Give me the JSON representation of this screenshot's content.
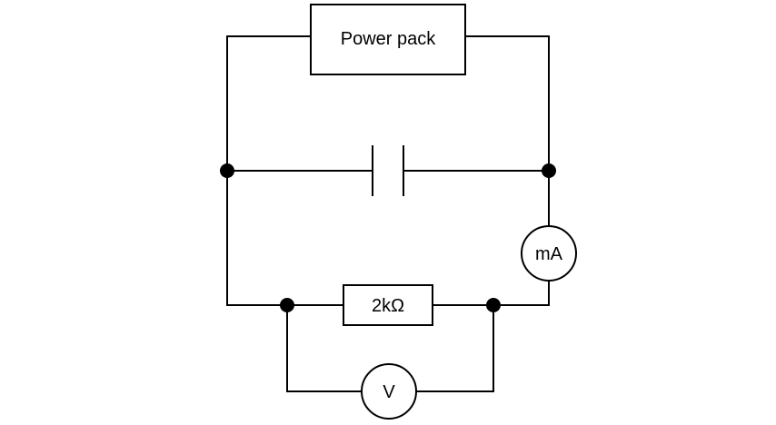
{
  "diagram": {
    "type": "circuit",
    "components": {
      "power_pack": {
        "label": "Power pack"
      },
      "capacitor": {
        "label": ""
      },
      "ammeter": {
        "label": "mA"
      },
      "resistor": {
        "label": "2kΩ"
      },
      "voltmeter": {
        "label": "V"
      }
    },
    "junctions": [
      "capacitor-left",
      "capacitor-right",
      "resistor-left",
      "resistor-right"
    ],
    "colors": {
      "line": "#000000",
      "background": "#ffffff"
    }
  }
}
